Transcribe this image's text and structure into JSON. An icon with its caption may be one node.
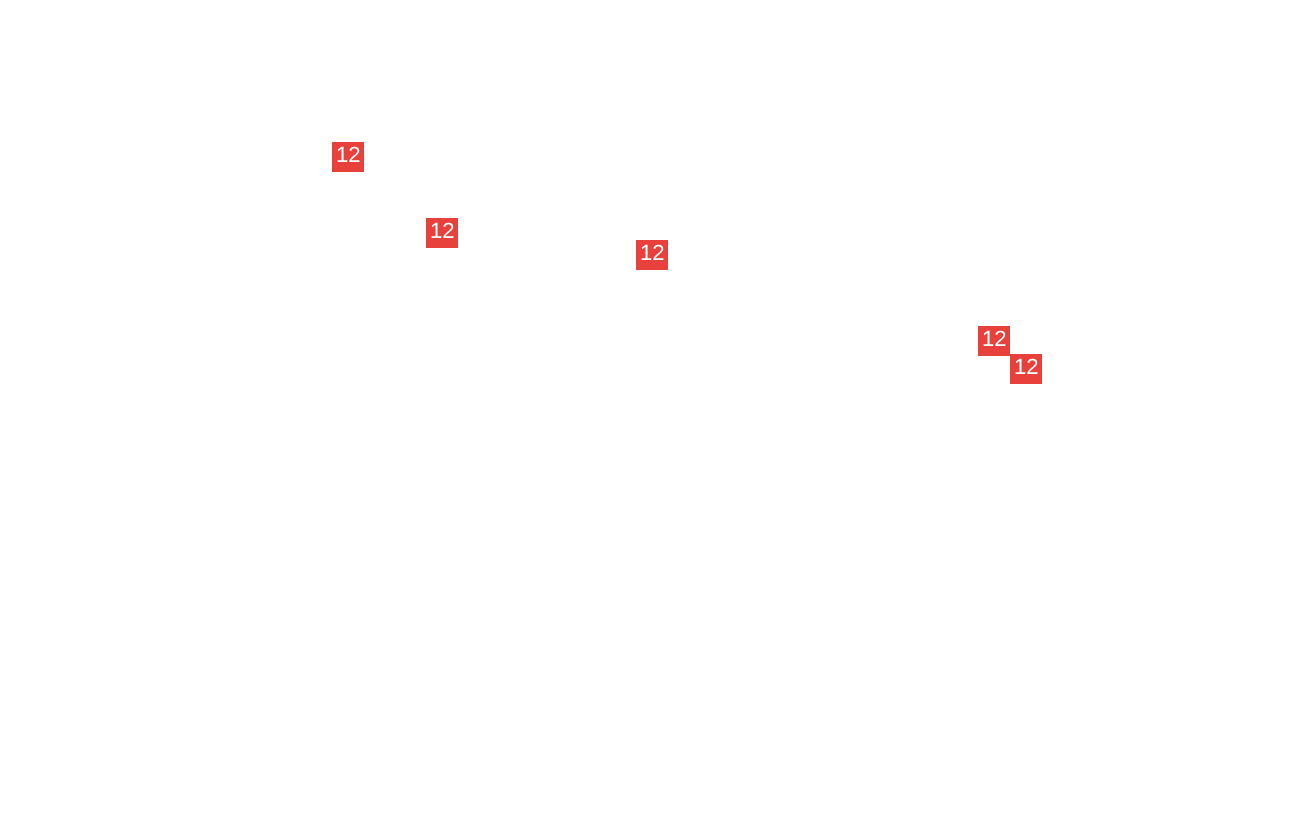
{
  "diagram": {
    "labels": [
      "12",
      "12",
      "12",
      "12",
      "12"
    ]
  }
}
